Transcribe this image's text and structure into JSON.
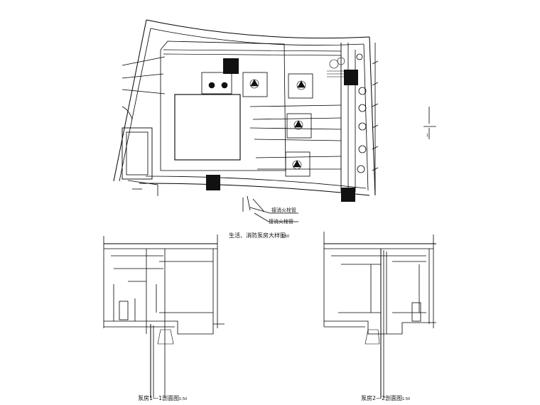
{
  "plan": {
    "title": "生活、消防泵房大样图",
    "scale": "1:50",
    "callout_1": "接消火栓管",
    "callout_2": "接消火栓管"
  },
  "section_1": {
    "title": "泵房1—1剖面图",
    "scale": "1:50"
  },
  "section_2": {
    "title": "泵房2—2剖面图",
    "scale": "1:50"
  },
  "section_marker": {
    "number": "1"
  },
  "colors": {
    "line": "#000000",
    "fill_dark": "#111111"
  }
}
